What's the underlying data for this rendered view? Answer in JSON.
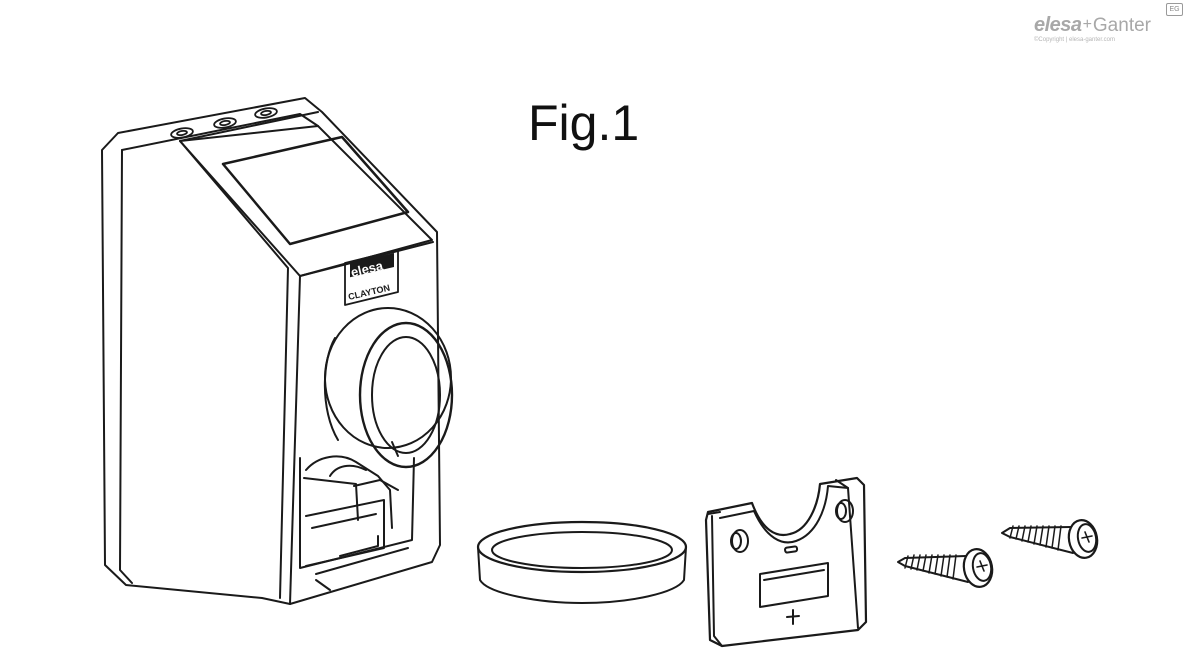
{
  "figure": {
    "title": "Fig.1"
  },
  "brand": {
    "name_part1": "elesa",
    "name_separator": "+",
    "name_part2": "Ganter",
    "badge": "EG",
    "copyright": "©Copyright | elesa-ganter.com",
    "color": "#a8a8a8"
  },
  "device": {
    "logo_text": "elesa",
    "model_text": "CLAYTON"
  },
  "colors": {
    "line": "#1a1a1a",
    "background": "#ffffff"
  }
}
